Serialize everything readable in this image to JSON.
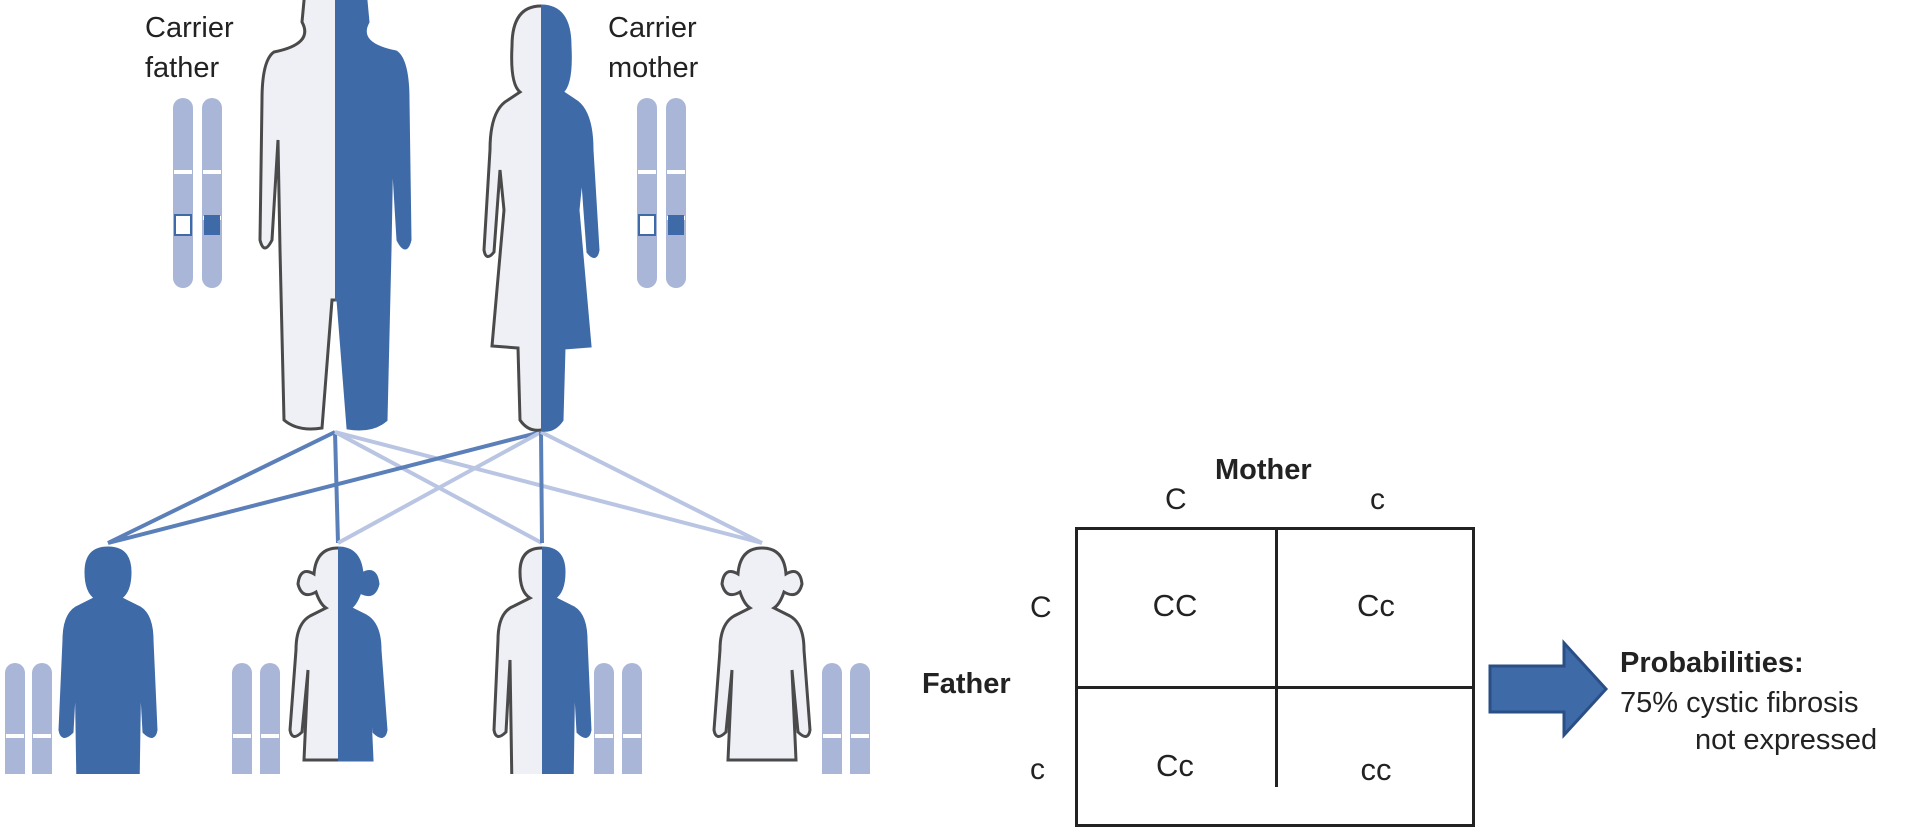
{
  "parents": {
    "father_label": [
      "Carrier",
      "father"
    ],
    "mother_label": [
      "Carrier",
      "mother"
    ]
  },
  "punnett": {
    "mother_title": "Mother",
    "father_title": "Father",
    "mother_alleles": [
      "C",
      "c"
    ],
    "father_alleles": [
      "C",
      "c"
    ],
    "cells": [
      [
        "CC",
        "Cc"
      ],
      [
        "Cc",
        "cc"
      ]
    ]
  },
  "probabilities": {
    "title": "Probabilities:",
    "line1": "75% cystic fibrosis",
    "line2": "not expressed"
  },
  "colors": {
    "affected": "#3f6aa8",
    "unaffected": "#eef0f5",
    "outline": "#4a4a4a",
    "chromosome": "#a9b6d8",
    "line_dark": "#5b7fb9",
    "line_light": "#b9c5e2"
  }
}
